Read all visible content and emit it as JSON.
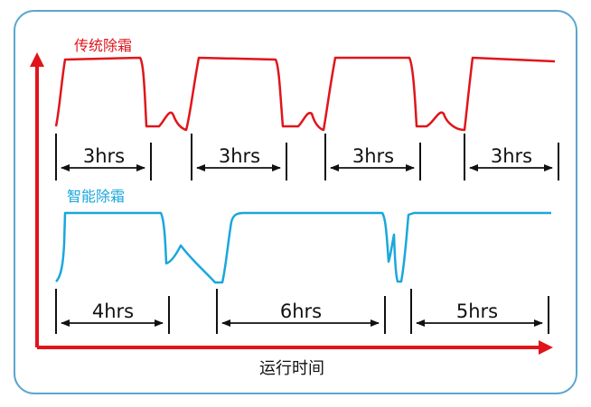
{
  "colors": {
    "frame": "#5aa6cf",
    "axis": "#e0151b",
    "traditional": "#e0151b",
    "smart": "#1aa7dd",
    "text": "#111111"
  },
  "labels": {
    "traditional": "传统除霜",
    "smart": "智能除霜",
    "x_axis": "运行时间"
  },
  "traditional_intervals": [
    "3hrs",
    "3hrs",
    "3hrs",
    "3hrs"
  ],
  "smart_intervals": [
    "4hrs",
    "6hrs",
    "5hrs"
  ]
}
